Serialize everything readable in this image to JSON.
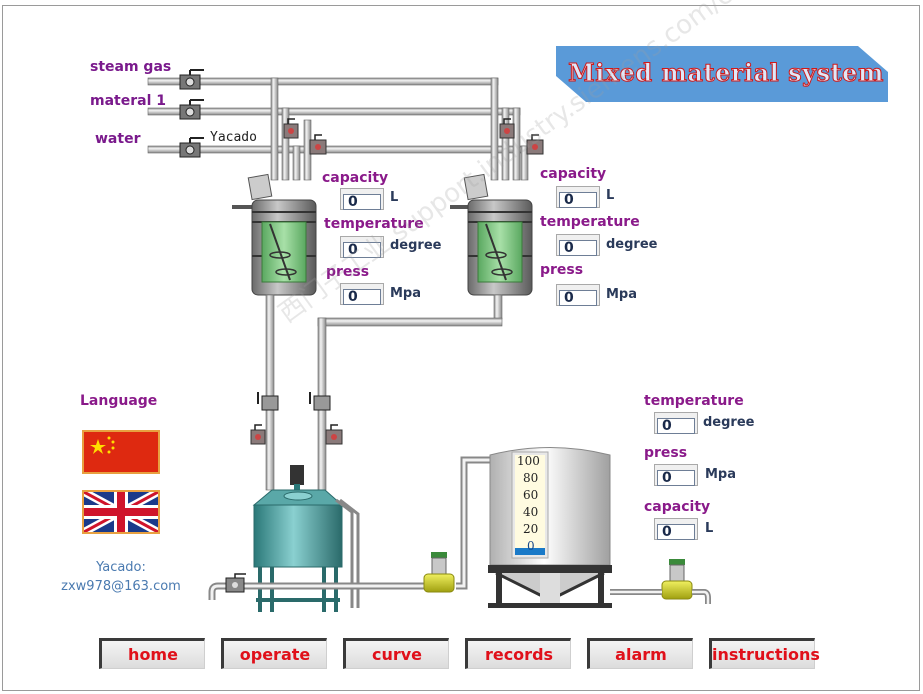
{
  "title": "Mixed material system",
  "inlets": [
    {
      "label": "steam gas"
    },
    {
      "label": "materal 1"
    },
    {
      "label": "water"
    }
  ],
  "pipe_annotation": "Yacado",
  "tank1": {
    "capacity_label": "capacity",
    "capacity_value": "0",
    "capacity_unit": "L",
    "temperature_label": "temperature",
    "temperature_value": "0",
    "temperature_unit": "degree",
    "press_label": "press",
    "press_value": "0",
    "press_unit": "Mpa"
  },
  "tank2": {
    "capacity_label": "capacity",
    "capacity_value": "0",
    "capacity_unit": "L",
    "temperature_label": "temperature",
    "temperature_value": "0",
    "temperature_unit": "degree",
    "press_label": "press",
    "press_value": "0",
    "press_unit": "Mpa"
  },
  "storage_tank": {
    "temperature_label": "temperature",
    "temperature_value": "0",
    "temperature_unit": "degree",
    "press_label": "press",
    "press_value": "0",
    "press_unit": "Mpa",
    "capacity_label": "capacity",
    "capacity_value": "0",
    "capacity_unit": "L",
    "gauge_ticks": [
      "100",
      "80",
      "60",
      "40",
      "20",
      "0"
    ],
    "level_percent": 0,
    "level_color": "#1a7ac8"
  },
  "language": {
    "label": "Language",
    "options": [
      {
        "name": "Chinese"
      },
      {
        "name": "English"
      }
    ]
  },
  "contact": {
    "line1": "Yacado:",
    "line2": "zxw978@163.com"
  },
  "watermark": "西门子工业 support.industry.siemens.com/cs",
  "nav": [
    {
      "label": "home"
    },
    {
      "label": "operate"
    },
    {
      "label": "curve"
    },
    {
      "label": "records"
    },
    {
      "label": "alarm"
    },
    {
      "label": "instructions"
    }
  ],
  "colors": {
    "label_purple": "#8a1a8a",
    "nav_text_red": "#e0101a",
    "banner_blue": "#5a9ad8",
    "tank_green": "#88d090",
    "mixer_teal": "#5aa8a8"
  }
}
